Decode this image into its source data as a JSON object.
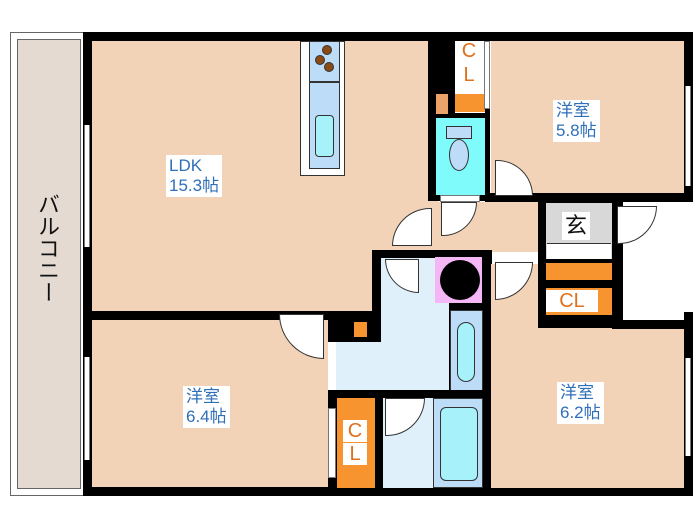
{
  "plan": {
    "balcony": {
      "label": "バルコニー"
    },
    "rooms": [
      {
        "id": "ldk",
        "name": "LDK",
        "size": "15.3帖"
      },
      {
        "id": "western-5-8",
        "name": "洋室",
        "size": "5.8帖"
      },
      {
        "id": "western-6-4",
        "name": "洋室",
        "size": "6.4帖"
      },
      {
        "id": "western-6-2",
        "name": "洋室",
        "size": "6.2帖"
      }
    ],
    "closets": {
      "top_c": "C",
      "top_l": "L",
      "entrance": "CL",
      "bottom_c": "C",
      "bottom_l": "L"
    },
    "entrance": {
      "label": "玄"
    }
  },
  "colors": {
    "room": "#f2d3b7",
    "balcony": "#e5dad2",
    "wall": "#000000",
    "toilet": "#7ffbfb",
    "wet_area": "#dff0fb",
    "fixture": "#bcdcf7",
    "closet": "#f7942f",
    "washer": "#f4b6f4",
    "label_text": "#2f6fb8",
    "closet_text": "#e0701b"
  }
}
